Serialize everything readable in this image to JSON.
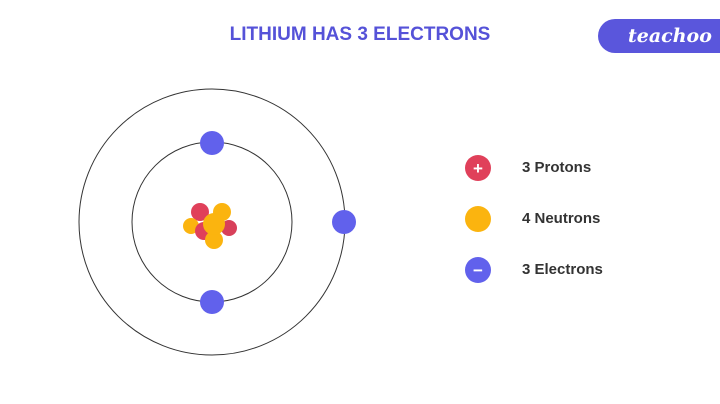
{
  "title": "LITHIUM HAS 3 ELECTRONS",
  "logo": "teachoo",
  "legend": [
    {
      "label": "3 Protons",
      "symbol": "+",
      "color": "#e0405a"
    },
    {
      "label": "4 Neutrons",
      "symbol": "",
      "color": "#fbb40f"
    },
    {
      "label": "3 Electrons",
      "symbol": "−",
      "color": "#6161ec"
    }
  ]
}
